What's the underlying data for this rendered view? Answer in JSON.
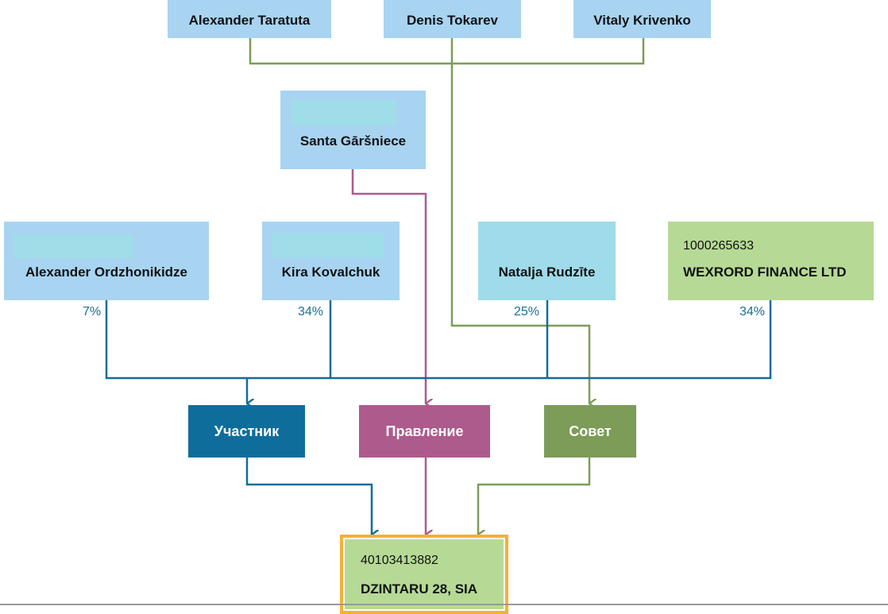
{
  "people": {
    "taratuta": "Alexander Taratuta",
    "tokarev": "Denis Tokarev",
    "krivenko": "Vitaly Krivenko",
    "garsniece": "Santa Gāršniece",
    "ordzhonikidze": "Alexander Ordzhonikidze",
    "kovalchuk": "Kira Kovalchuk",
    "rudzite": "Natalja Rudzīte"
  },
  "wexrord": {
    "code": "1000265633",
    "name": "WEXRORD FINANCE LTD"
  },
  "shares": {
    "ordzhonikidze": "7%",
    "kovalchuk": "34%",
    "rudzite": "25%",
    "wexrord": "34%"
  },
  "roles": {
    "participant": "Участник",
    "board": "Правление",
    "council": "Совет"
  },
  "target": {
    "code": "40103413882",
    "name": "DZINTARU 28, SIA"
  },
  "colors": {
    "participant": "#0f6d9c",
    "board": "#ad5a8c",
    "council": "#7c9c58",
    "person": "#a8d4f2",
    "company": "#b6da95",
    "highlight": "#f5b03a"
  }
}
